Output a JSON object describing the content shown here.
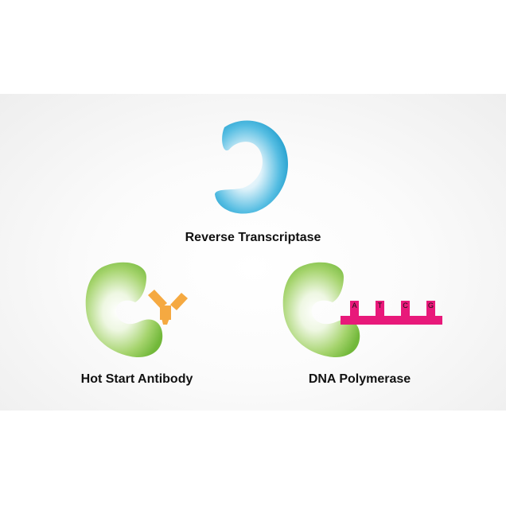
{
  "labels": {
    "reverse_transcriptase": "Reverse Transcriptase",
    "hot_start_antibody": "Hot Start Antibody",
    "dna_polymerase": "DNA Polymerase"
  },
  "dna_bases": [
    "A",
    "T",
    "C",
    "G"
  ],
  "colors": {
    "reverse_transcriptase": "#1fa2d0",
    "enzyme_green": "#7cc242",
    "antibody": "#f5a941",
    "dna_strand": "#e8197a"
  }
}
